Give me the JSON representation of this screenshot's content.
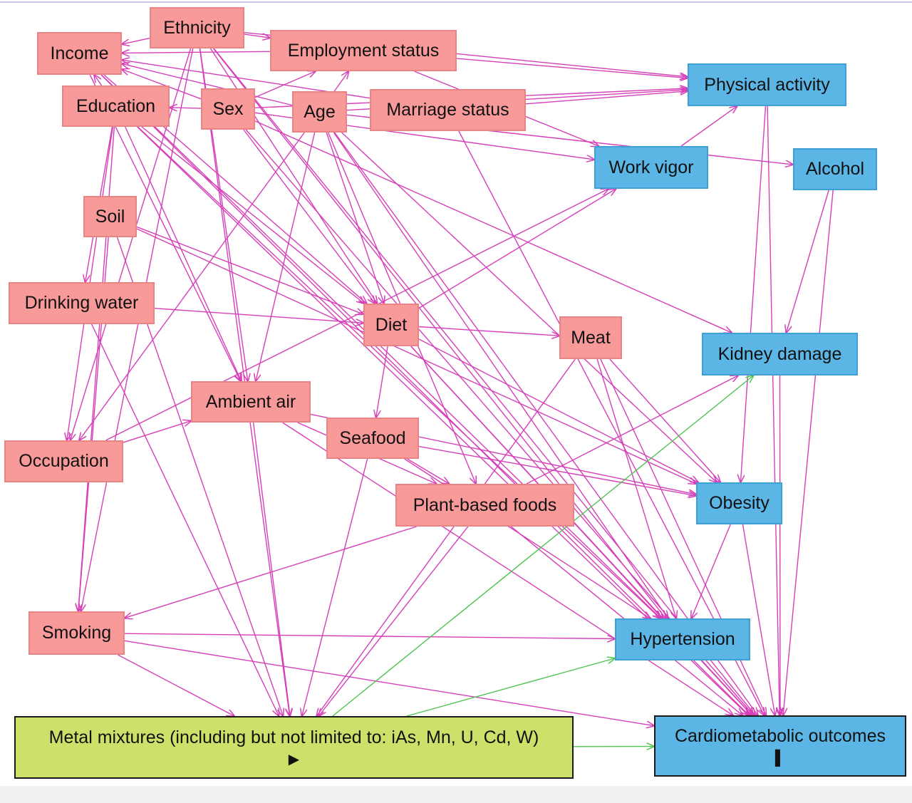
{
  "colors": {
    "exposure_fill": "#f99a9a",
    "outcome_fill": "#5bb6e6",
    "metal_fill": "#cde16a",
    "edge_pink": "#d63fb8",
    "edge_green": "#4fc44f"
  },
  "nodes": {
    "ethnicity": {
      "label": "Ethnicity",
      "kind": "pink"
    },
    "income": {
      "label": "Income",
      "kind": "pink"
    },
    "employment": {
      "label": "Employment status",
      "kind": "pink"
    },
    "education": {
      "label": "Education",
      "kind": "pink"
    },
    "sex": {
      "label": "Sex",
      "kind": "pink"
    },
    "age": {
      "label": "Age",
      "kind": "pink"
    },
    "marriage": {
      "label": "Marriage status",
      "kind": "pink"
    },
    "soil": {
      "label": "Soil",
      "kind": "pink"
    },
    "drinking_water": {
      "label": "Drinking water",
      "kind": "pink"
    },
    "diet": {
      "label": "Diet",
      "kind": "pink"
    },
    "meat": {
      "label": "Meat",
      "kind": "pink"
    },
    "ambient_air": {
      "label": "Ambient air",
      "kind": "pink"
    },
    "seafood": {
      "label": "Seafood",
      "kind": "pink"
    },
    "occupation": {
      "label": "Occupation",
      "kind": "pink"
    },
    "plant_foods": {
      "label": "Plant-based foods",
      "kind": "pink"
    },
    "smoking": {
      "label": "Smoking",
      "kind": "pink"
    },
    "physical_activity": {
      "label": "Physical activity",
      "kind": "blue"
    },
    "work_vigor": {
      "label": "Work vigor",
      "kind": "blue"
    },
    "alcohol": {
      "label": "Alcohol",
      "kind": "blue"
    },
    "kidney_damage": {
      "label": "Kidney damage",
      "kind": "blue"
    },
    "obesity": {
      "label": "Obesity",
      "kind": "blue"
    },
    "hypertension": {
      "label": "Hypertension",
      "kind": "blue"
    },
    "metals": {
      "label": "Metal mixtures (including but not limited to: iAs, Mn, U, Cd, W)",
      "icon": "play-icon",
      "kind": "green"
    },
    "outcomes": {
      "label": "Cardiometabolic outcomes",
      "icon": "bar-icon",
      "kind": "outcome"
    }
  },
  "edges": [
    [
      "ethnicity",
      "employment"
    ],
    [
      "ethnicity",
      "income"
    ],
    [
      "ethnicity",
      "physical_activity"
    ],
    [
      "ethnicity",
      "diet"
    ],
    [
      "ethnicity",
      "ambient_air"
    ],
    [
      "ethnicity",
      "occupation"
    ],
    [
      "ethnicity",
      "smoking"
    ],
    [
      "ethnicity",
      "metals"
    ],
    [
      "ethnicity",
      "hypertension"
    ],
    [
      "ethnicity",
      "outcomes"
    ],
    [
      "employment",
      "income"
    ],
    [
      "employment",
      "physical_activity"
    ],
    [
      "employment",
      "work_vigor"
    ],
    [
      "income",
      "diet"
    ],
    [
      "income",
      "ambient_air"
    ],
    [
      "income",
      "hypertension"
    ],
    [
      "income",
      "outcomes"
    ],
    [
      "education",
      "income"
    ],
    [
      "education",
      "drinking_water"
    ],
    [
      "education",
      "occupation"
    ],
    [
      "education",
      "smoking"
    ],
    [
      "education",
      "diet"
    ],
    [
      "education",
      "hypertension"
    ],
    [
      "education",
      "outcomes"
    ],
    [
      "education",
      "ambient_air"
    ],
    [
      "sex",
      "education"
    ],
    [
      "sex",
      "income"
    ],
    [
      "sex",
      "employment"
    ],
    [
      "sex",
      "work_vigor"
    ],
    [
      "sex",
      "physical_activity"
    ],
    [
      "sex",
      "diet"
    ],
    [
      "sex",
      "kidney_damage"
    ],
    [
      "sex",
      "outcomes"
    ],
    [
      "age",
      "income"
    ],
    [
      "age",
      "employment"
    ],
    [
      "age",
      "physical_activity"
    ],
    [
      "age",
      "alcohol"
    ],
    [
      "age",
      "diet"
    ],
    [
      "age",
      "ambient_air"
    ],
    [
      "age",
      "occupation"
    ],
    [
      "age",
      "plant_foods"
    ],
    [
      "age",
      "obesity"
    ],
    [
      "age",
      "hypertension"
    ],
    [
      "age",
      "outcomes"
    ],
    [
      "marriage",
      "physical_activity"
    ],
    [
      "marriage",
      "income"
    ],
    [
      "marriage",
      "outcomes"
    ],
    [
      "soil",
      "diet"
    ],
    [
      "soil",
      "smoking"
    ],
    [
      "soil",
      "metals"
    ],
    [
      "soil",
      "obesity"
    ],
    [
      "drinking_water",
      "diet"
    ],
    [
      "drinking_water",
      "metals"
    ],
    [
      "diet",
      "meat"
    ],
    [
      "diet",
      "seafood"
    ],
    [
      "diet",
      "work_vigor"
    ],
    [
      "diet",
      "obesity"
    ],
    [
      "diet",
      "hypertension"
    ],
    [
      "diet",
      "outcomes"
    ],
    [
      "meat",
      "obesity"
    ],
    [
      "meat",
      "hypertension"
    ],
    [
      "meat",
      "outcomes"
    ],
    [
      "meat",
      "metals"
    ],
    [
      "ambient_air",
      "metals"
    ],
    [
      "ambient_air",
      "plant_foods"
    ],
    [
      "ambient_air",
      "obesity"
    ],
    [
      "ambient_air",
      "outcomes"
    ],
    [
      "seafood",
      "metals"
    ],
    [
      "seafood",
      "plant_foods"
    ],
    [
      "seafood",
      "obesity"
    ],
    [
      "seafood",
      "hypertension"
    ],
    [
      "occupation",
      "ambient_air"
    ],
    [
      "occupation",
      "work_vigor"
    ],
    [
      "plant_foods",
      "metals"
    ],
    [
      "plant_foods",
      "smoking"
    ],
    [
      "plant_foods",
      "kidney_damage"
    ],
    [
      "plant_foods",
      "outcomes"
    ],
    [
      "smoking",
      "hypertension"
    ],
    [
      "smoking",
      "outcomes"
    ],
    [
      "smoking",
      "metals"
    ],
    [
      "physical_activity",
      "obesity"
    ],
    [
      "physical_activity",
      "outcomes"
    ],
    [
      "work_vigor",
      "physical_activity"
    ],
    [
      "alcohol",
      "kidney_damage"
    ],
    [
      "alcohol",
      "outcomes"
    ],
    [
      "kidney_damage",
      "outcomes"
    ],
    [
      "obesity",
      "hypertension"
    ],
    [
      "obesity",
      "outcomes"
    ],
    [
      "hypertension",
      "outcomes"
    ]
  ],
  "green_edges": [
    [
      "metals",
      "kidney_damage"
    ],
    [
      "metals",
      "hypertension"
    ],
    [
      "metals",
      "outcomes"
    ]
  ]
}
